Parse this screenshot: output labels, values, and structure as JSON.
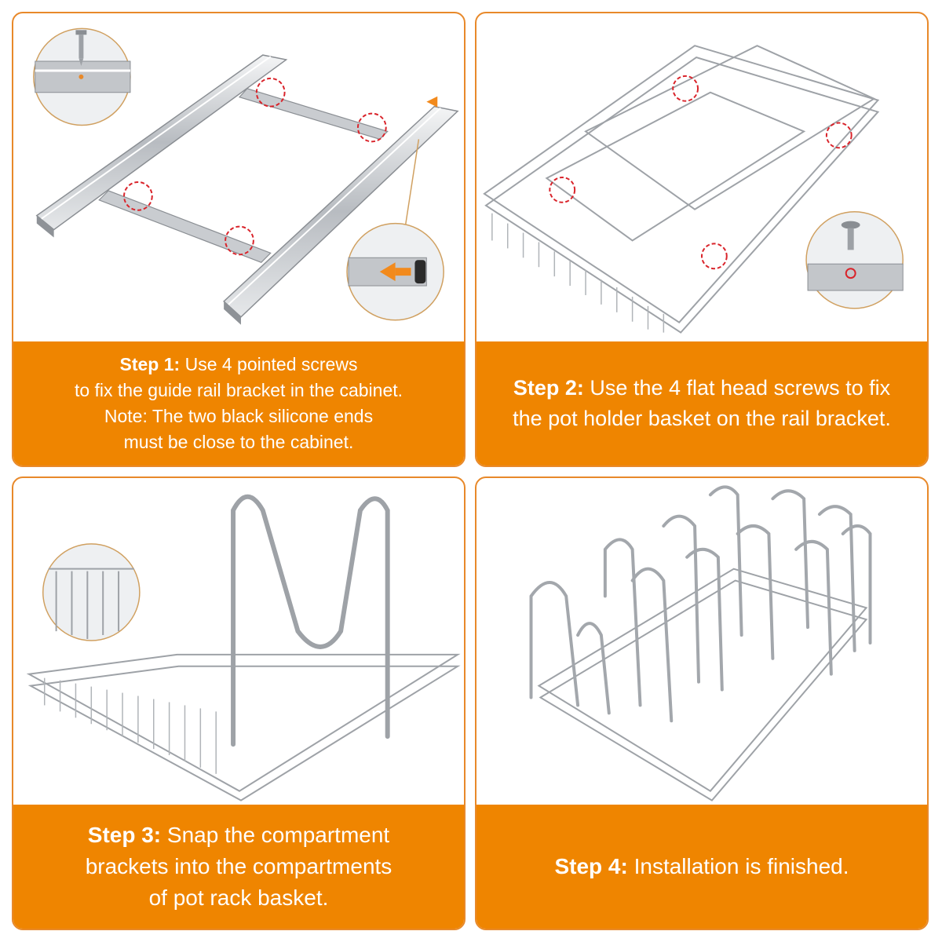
{
  "steps": [
    {
      "label": "Step 1:",
      "lines": [
        "Use 4 pointed screws",
        "to fix the guide rail bracket in the cabinet.",
        "Note: The two black silicone ends",
        "must be close to the cabinet."
      ]
    },
    {
      "label": "Step 2:",
      "lines": [
        "Use the 4 flat head screws to fix",
        "the pot holder basket on the rail bracket."
      ]
    },
    {
      "label": "Step 3:",
      "lines": [
        "Snap the compartment",
        "brackets into the compartments",
        "of pot rack basket."
      ]
    },
    {
      "label": "Step 4:",
      "lines": [
        "Installation is finished."
      ]
    }
  ],
  "colors": {
    "accent": "#ef8500",
    "panel_border": "#e8892a",
    "marker_red": "#d9232a",
    "arrow_orange": "#f28a1c",
    "metal": "#b9bcc0"
  }
}
